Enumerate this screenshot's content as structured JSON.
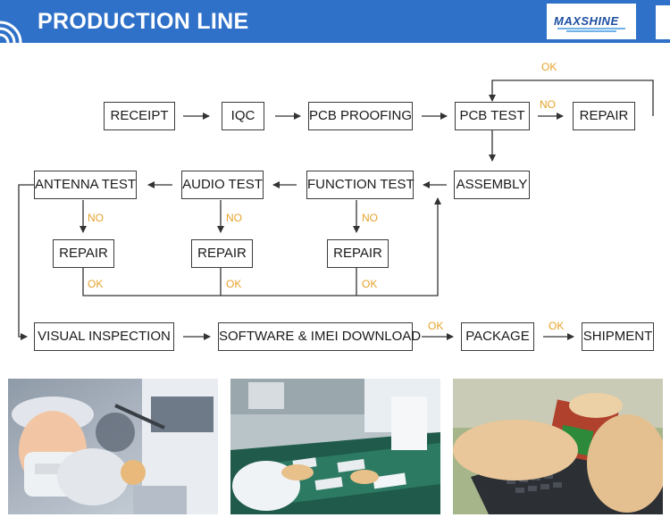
{
  "header": {
    "title": "PRODUCTION LINE",
    "logo_text": "MAXSHINE",
    "wifi_icon": "wifi-signal-icon",
    "colors": {
      "banner": "#2f71c8",
      "logo": "#1c4fa1"
    }
  },
  "flow": {
    "row1": {
      "receipt": "RECEIPT",
      "iqc": "IQC",
      "pcb_proofing": "PCB PROOFING",
      "pcb_test": "PCB TEST",
      "repair": "REPAIR"
    },
    "row2": {
      "antenna_test": "ANTENNA TEST",
      "audio_test": "AUDIO TEST",
      "function_test": "FUNCTION TEST",
      "assembly": "ASSEMBLY"
    },
    "row3": {
      "repair_1": "REPAIR",
      "repair_2": "REPAIR",
      "repair_3": "REPAIR"
    },
    "row4": {
      "visual_inspection": "VISUAL INSPECTION",
      "software_download": "SOFTWARE & IMEI DOWNLOAD",
      "package": "PACKAGE",
      "shipment": "SHIPMENT"
    },
    "labels": {
      "ok_top": "OK",
      "no_top": "NO",
      "no_1": "NO",
      "no_2": "NO",
      "no_3": "NO",
      "ok_1": "OK",
      "ok_2": "OK",
      "ok_3": "OK",
      "ok_4": "OK",
      "ok_5": "OK"
    },
    "colors": {
      "label": "#e6a22a",
      "box_border": "#3b3b3b"
    }
  },
  "photos": [
    {
      "subject": "worker in mask and cap soldering at a magnifier workstation"
    },
    {
      "subject": "assembly conveyor belt with phones and gloved hands"
    },
    {
      "subject": "gloved hands handling a circuit board over a keyboard"
    }
  ]
}
